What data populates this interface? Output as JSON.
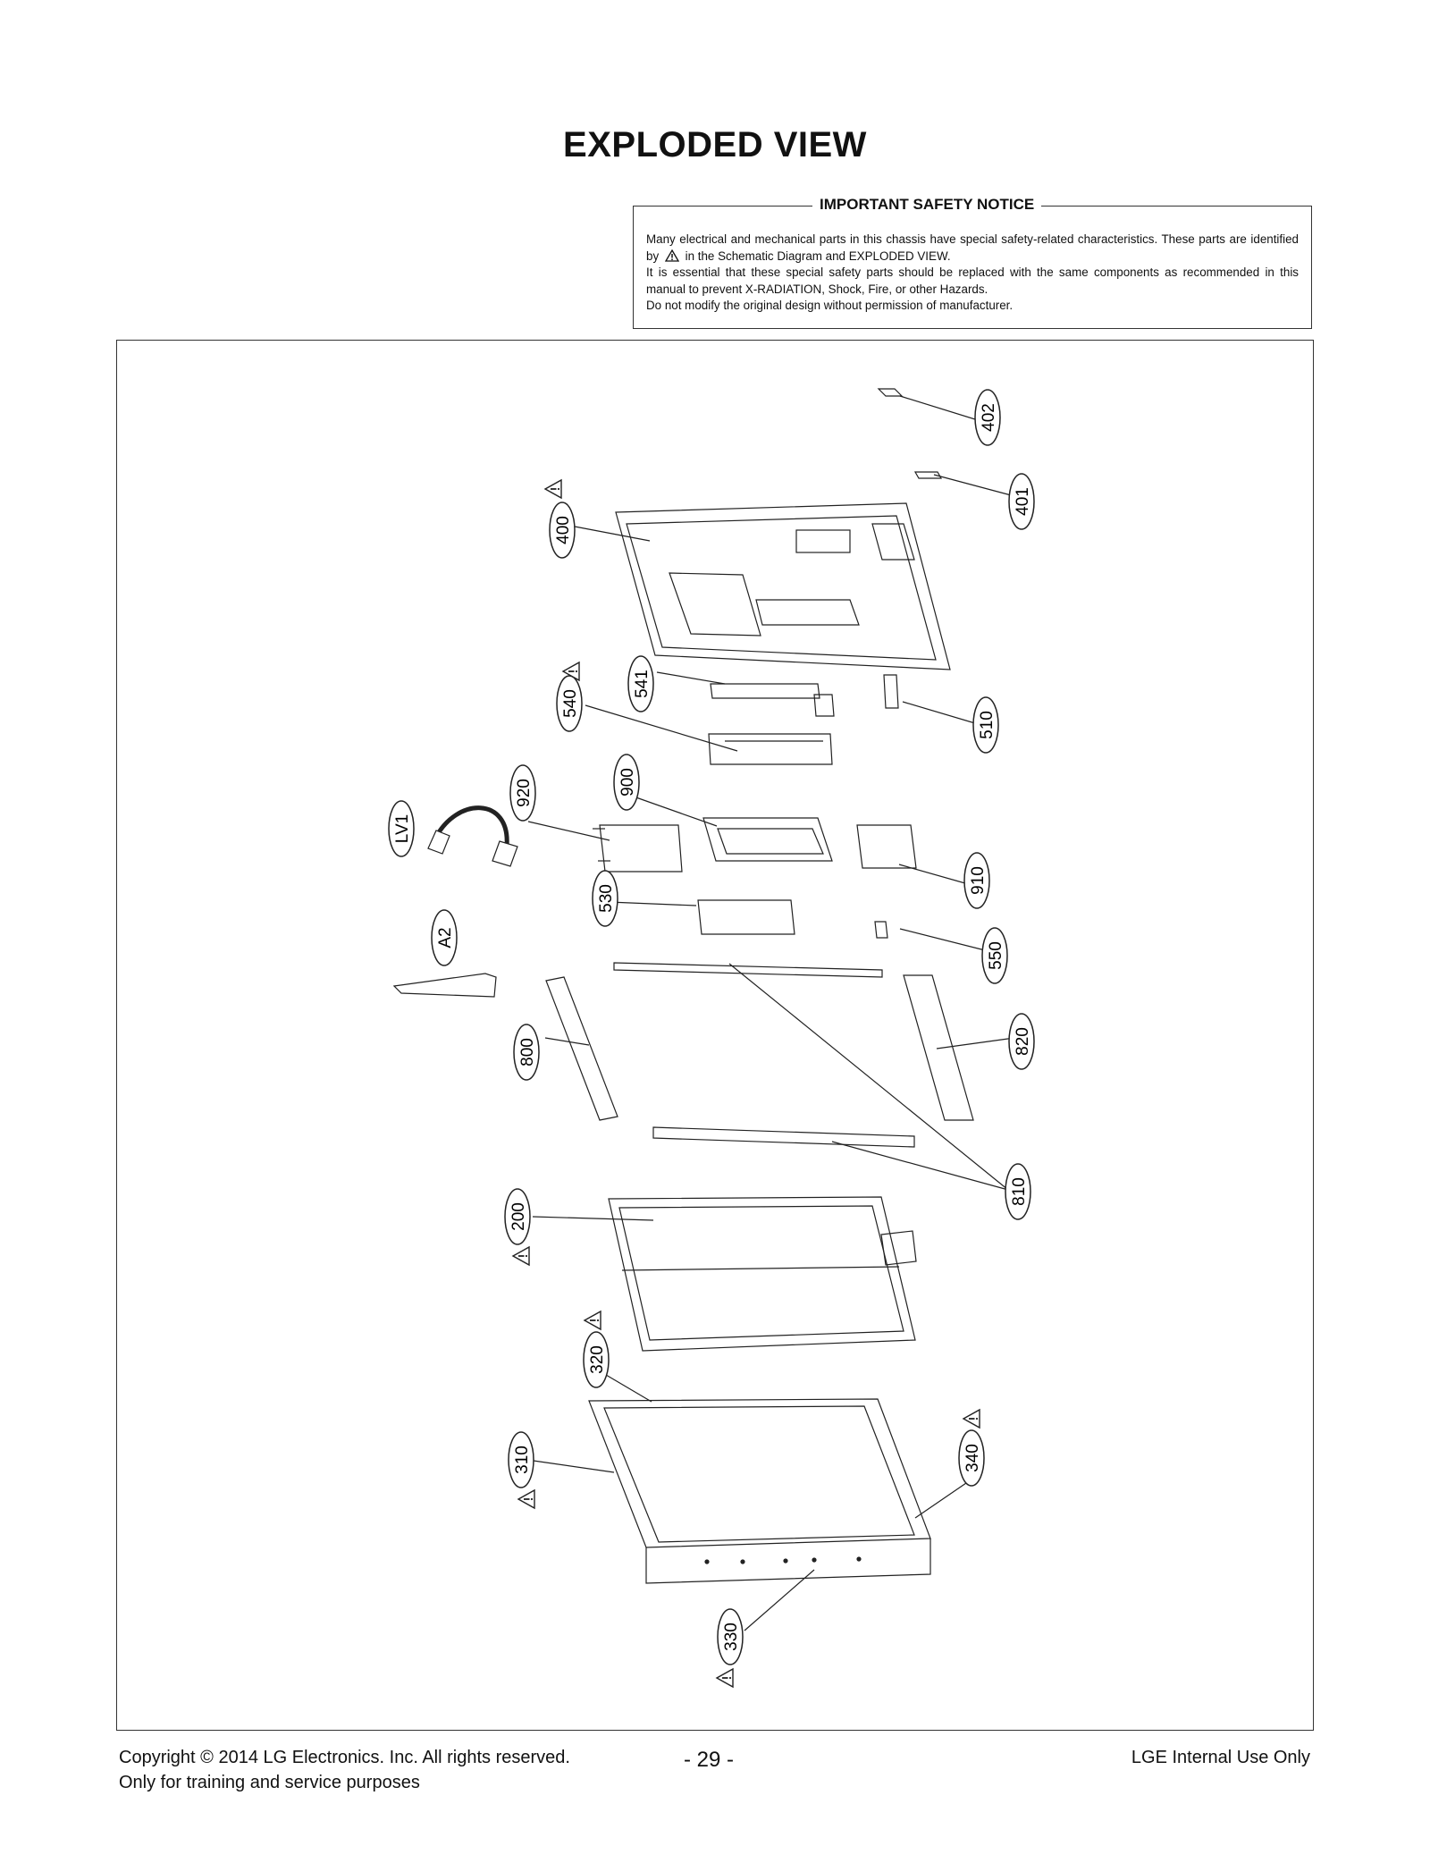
{
  "page": {
    "title": "EXPLODED VIEW"
  },
  "notice": {
    "title": "IMPORTANT SAFETY NOTICE",
    "line1_a": "Many electrical and mechanical parts in this chassis have special safety-related characteristics. These parts are identified by",
    "line1_b": "in the Schematic Diagram and EXPLODED VIEW.",
    "line2": "It is essential that these special safety parts should be replaced with the same components as recommended in this manual to prevent X-RADIATION, Shock, Fire, or other Hazards.",
    "line3": "Do not modify the original design without permission of manufacturer."
  },
  "callouts": {
    "c402": "402",
    "c401": "401",
    "c400": "400",
    "c541": "541",
    "c540": "540",
    "c510": "510",
    "c920": "920",
    "c900": "900",
    "cLV1": "LV1",
    "c910": "910",
    "c530": "530",
    "cA2": "A2",
    "c550": "550",
    "c800": "800",
    "c820": "820",
    "c810": "810",
    "c200": "200",
    "c320": "320",
    "c310": "310",
    "c340": "340",
    "c330": "330"
  },
  "footer": {
    "copyright": "Copyright  © 2014  LG Electronics. Inc. All rights reserved.",
    "training": "Only for training and service purposes",
    "page_number": "- 29 -",
    "internal": "LGE Internal Use Only"
  }
}
